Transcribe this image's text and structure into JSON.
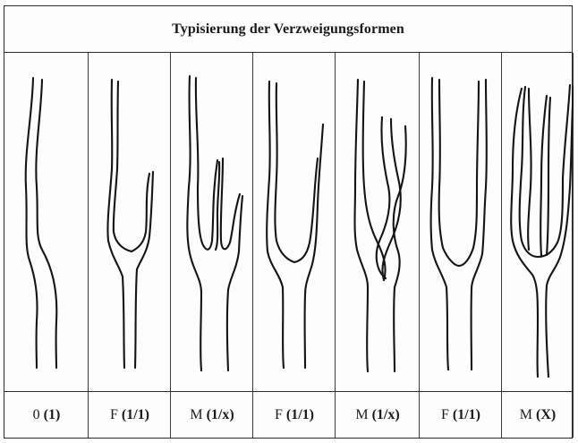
{
  "title": "Typisierung der Verzweigungsformen",
  "types": [
    {
      "prefix": "0",
      "code": "(1)"
    },
    {
      "prefix": "F",
      "code": "(1/1)"
    },
    {
      "prefix": "M",
      "code": "(1/x)"
    },
    {
      "prefix": "F",
      "code": "(1/1)"
    },
    {
      "prefix": "M",
      "code": "(1/x)"
    },
    {
      "prefix": "F",
      "code": "(1/1)"
    },
    {
      "prefix": "M",
      "code": "(X)"
    }
  ]
}
